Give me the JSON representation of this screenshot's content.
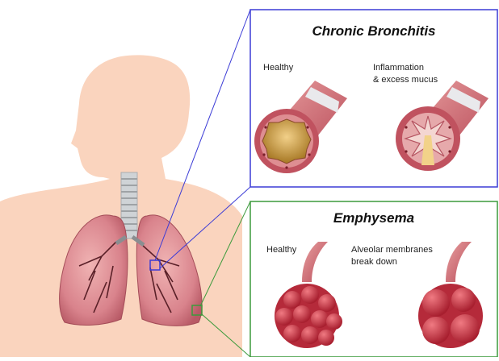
{
  "panels": {
    "bronchitis": {
      "title": "Chronic Bronchitis",
      "healthy_label": "Healthy",
      "affected_label_line1": "Inflammation",
      "affected_label_line2": "& excess mucus",
      "frame_color": "#3b3bd6"
    },
    "emphysema": {
      "title": "Emphysema",
      "healthy_label": "Healthy",
      "affected_label_line1": "Alveolar membranes",
      "affected_label_line2": "break down",
      "frame_color": "#3c9a3c"
    }
  },
  "colors": {
    "body_skin": "#fad4be",
    "lung": "#d9838c",
    "lung_dark": "#b85a66",
    "airway": "#cfd3d6",
    "tube_outer": "#c0525f",
    "mucus": "#c99a3b",
    "alveoli": "#c93a48"
  }
}
